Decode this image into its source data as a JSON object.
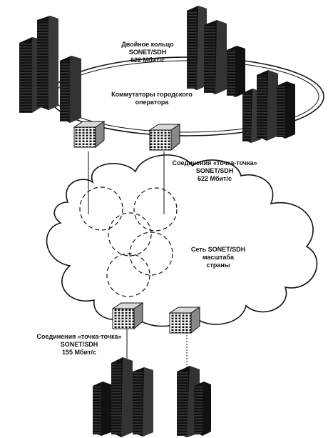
{
  "diagram": {
    "ring_label": {
      "line1": "Двойное кольцо",
      "line2": "SONET/SDH",
      "line3": "622 Мбит/с"
    },
    "switches_label": {
      "line1": "Коммутаторы городского",
      "line2": "оператора"
    },
    "p2p_top_label": {
      "line1": "Соединения «точка-точка»",
      "line2": "SONET/SDH",
      "line3": "622 Мбит/с"
    },
    "cloud_label": {
      "line1": "Сеть SONET/SDH",
      "line2": "масштаба",
      "line3": "страны"
    },
    "p2p_bottom_label": {
      "line1": "Соединения «точка-точка»",
      "line2": "SONET/SDH",
      "line3": "155 Мбит/с"
    },
    "icons": {
      "building": "building-cluster-icon",
      "switch": "network-switch-icon",
      "cloud": "network-cloud-icon"
    },
    "colors": {
      "ink": "#111111",
      "background": "#ffffff",
      "panel": "#d9d9d9"
    }
  }
}
